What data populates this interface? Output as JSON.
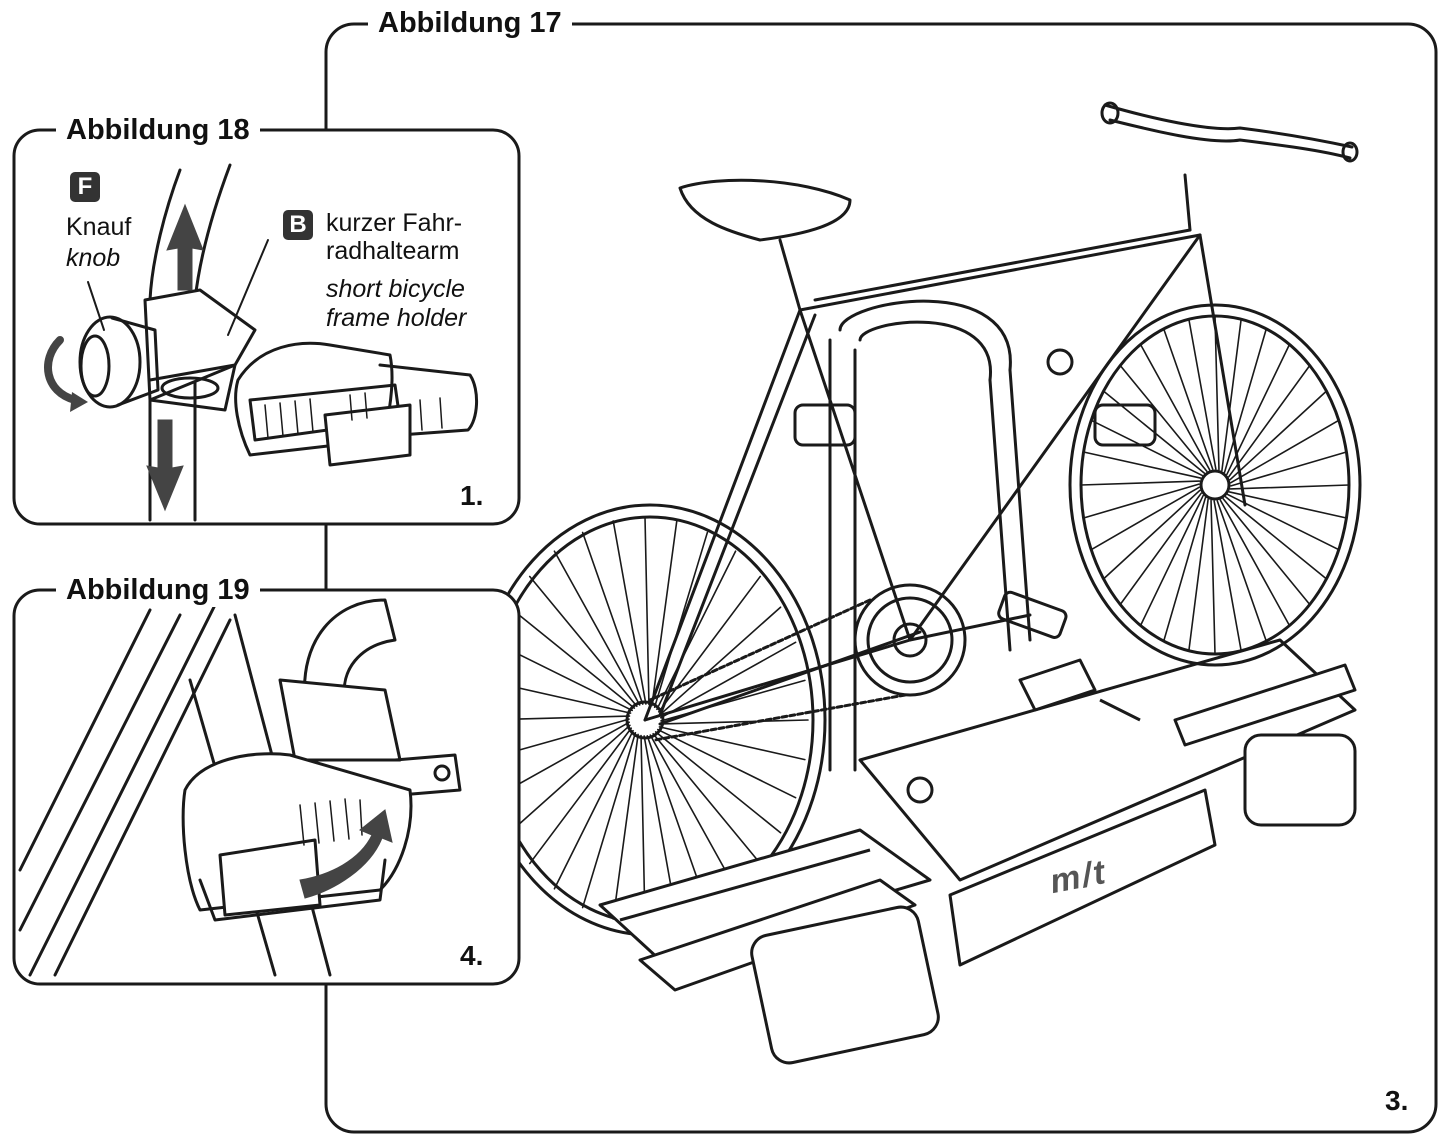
{
  "figures": {
    "fig17": {
      "title": "Abbildung 17",
      "step": "3."
    },
    "fig18": {
      "title": "Abbildung 18",
      "step": "1."
    },
    "fig19": {
      "title": "Abbildung 19",
      "step": "4."
    }
  },
  "callouts": {
    "F": {
      "letter": "F",
      "de": "Knauf",
      "en": "knob"
    },
    "B": {
      "letter": "B",
      "de_line1": "kurzer Fahr-",
      "de_line2": "radhaltearm",
      "en_line1": "short bicycle",
      "en_line2": "frame holder"
    }
  },
  "logo": {
    "text": "m/t"
  },
  "colors": {
    "stroke": "#1a1a1a",
    "arrow": "#444444",
    "badge": "#333333"
  }
}
